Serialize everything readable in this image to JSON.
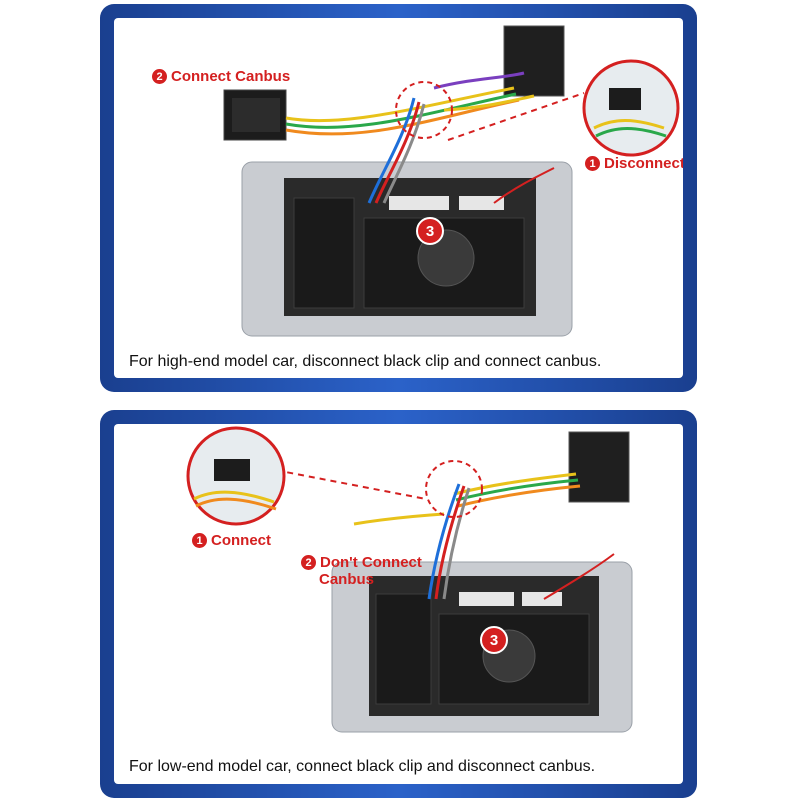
{
  "top": {
    "label_connect_canbus": "Connect Canbus",
    "label_disconnect": "Disconnect",
    "step_connect_canbus": "2",
    "step_disconnect": "1",
    "step_unit": "3",
    "caption": "For high-end model car, disconnect black clip and connect canbus."
  },
  "bottom": {
    "label_connect": "Connect",
    "label_dont_connect": "Don't Connect",
    "label_dont_connect_2": "Canbus",
    "step_connect": "1",
    "step_dont_connect": "2",
    "step_unit": "3",
    "caption": "For low-end model car, connect black clip and disconnect canbus."
  },
  "colors": {
    "frame": "#2b62c9",
    "accent": "#d42020",
    "wire_colors": [
      "#e8c21a",
      "#2aa84a",
      "#f08a1e",
      "#1e6fd9",
      "#d42020",
      "#8a8a8a",
      "#7a3fbf",
      "#ffffff"
    ]
  }
}
